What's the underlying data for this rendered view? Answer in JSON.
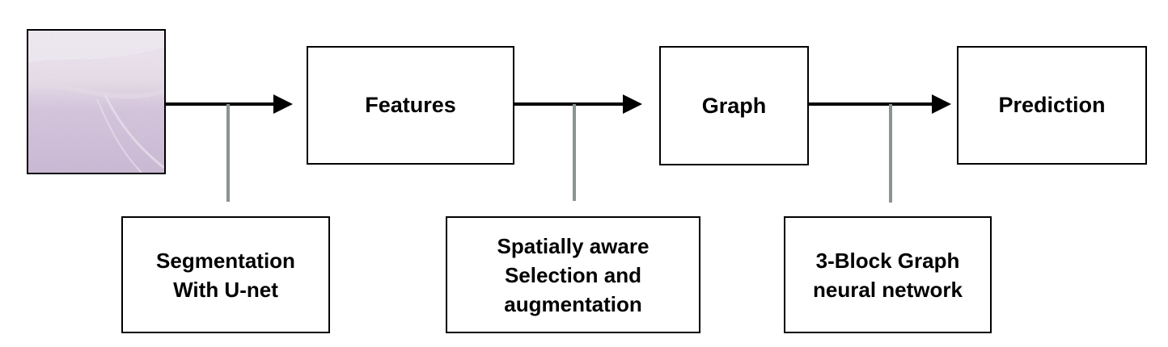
{
  "diagram": {
    "input_image": {
      "icon": "histology-slide-image"
    },
    "nodes": [
      {
        "id": "features",
        "label": "Features"
      },
      {
        "id": "graph",
        "label": "Graph"
      },
      {
        "id": "prediction",
        "label": "Prediction"
      }
    ],
    "steps": [
      {
        "id": "segmentation",
        "label": "Segmentation\nWith U-net"
      },
      {
        "id": "selection",
        "label": "Spatially aware\nSelection and\naugmentation"
      },
      {
        "id": "gnn",
        "label": "3-Block Graph\nneural network"
      }
    ],
    "colors": {
      "arrow": "#000000",
      "connector": "#8a9492",
      "tissue_light": "#efe8ef",
      "tissue_dark": "#cdbed6"
    }
  }
}
